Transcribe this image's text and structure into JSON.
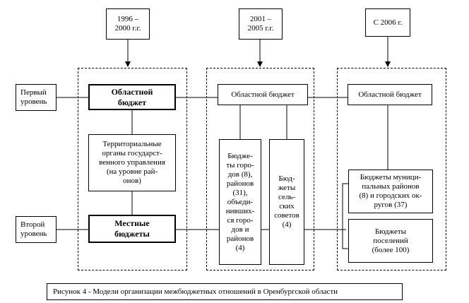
{
  "periods": {
    "p1": "1996 –\n2000 г.г.",
    "p2": "2001 –\n2005 г.г.",
    "p3": "С 2006 г."
  },
  "levels": {
    "first": "Первый\nуровень",
    "second": "Второй\nуровень"
  },
  "model1": {
    "oblast": "Областной\nбюджет",
    "territorial": "Территориальные\nорганы государст-\nвенного управления\n(на уровне рай-\nонов)",
    "local": "Местные\nбюджеты"
  },
  "model2": {
    "oblast": "Областной бюджет",
    "cities": "Бюдже-\nты горо-\nдов (8),\nрайонов\n(31),\nобъеди-\nнивших-\nся горо-\nдов и\nрайонов\n(4)",
    "rural": "Бюд-\nжеты\nсель-\nских\nсоветов\n(4)"
  },
  "model3": {
    "oblast": "Областной бюджет",
    "municipal": "Бюджеты муници-\nпальных районов\n(8) и городских ок-\nругов (37)",
    "settlements": "Бюджеты\nпоселений\n(более 100)"
  },
  "caption": "Рисунок 4 - Модели организации межбюджетных отношений в Оренбургской области"
}
